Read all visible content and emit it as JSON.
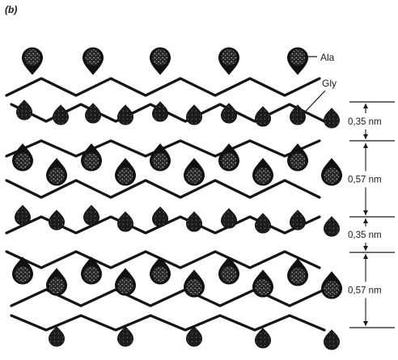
{
  "figure": {
    "panel_label": "(b)",
    "labels": {
      "ala": "Ala",
      "gly": "Gly"
    },
    "spacings": [
      {
        "text": "0,35 nm"
      },
      {
        "text": "0,57 nm"
      },
      {
        "text": "0,35 nm"
      },
      {
        "text": "0,57 nm"
      }
    ]
  }
}
